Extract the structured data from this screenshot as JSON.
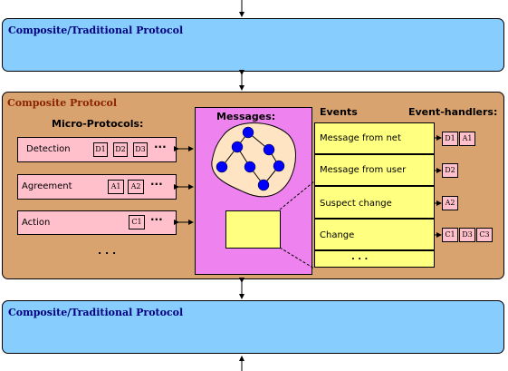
{
  "top_layer": {
    "title": "Composite/Traditional Protocol"
  },
  "bottom_layer": {
    "title": "Composite/Traditional Protocol"
  },
  "composite": {
    "title": "Composite Protocol",
    "micro_protocols_heading": "Micro-Protocols:",
    "micro_protocols": [
      {
        "label": "Detection",
        "handlers": [
          "D1",
          "D2",
          "D3"
        ],
        "more": "···"
      },
      {
        "label": "Agreement",
        "handlers": [
          "A1",
          "A2"
        ],
        "more": "···"
      },
      {
        "label": "Action",
        "handlers": [
          "C1"
        ],
        "more": "···"
      }
    ],
    "micro_more": ". . .",
    "messages_heading": "Messages:",
    "events_heading": "Events",
    "handlers_heading": "Event-handlers:",
    "events": [
      {
        "label": "Message from net",
        "handlers": [
          "D1",
          "A1"
        ]
      },
      {
        "label": "Message from user",
        "handlers": [
          "D2"
        ]
      },
      {
        "label": "Suspect change",
        "handlers": [
          "A2"
        ]
      },
      {
        "label": "Change",
        "handlers": [
          "C1",
          "D3",
          "C3"
        ]
      }
    ],
    "events_more": ". . ."
  },
  "colors": {
    "layer": "#87ceff",
    "composite": "#d9a36f",
    "micro_protocol": "#ffc0cb",
    "messages_panel": "#ee82ee",
    "events": "#ffff80",
    "graph_node": "#0000ff",
    "graph_blob": "#ffe4c4"
  }
}
